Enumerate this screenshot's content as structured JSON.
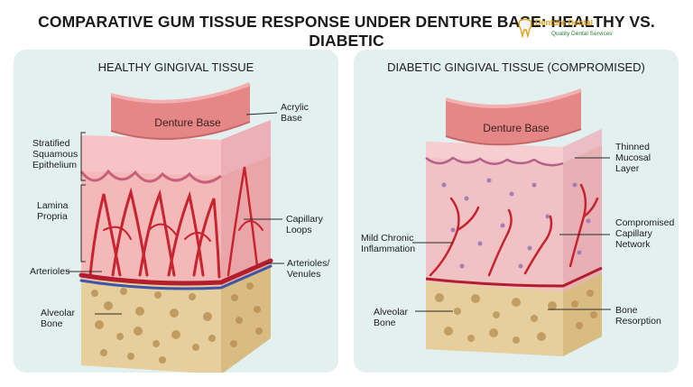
{
  "title": "COMPARATIVE GUM TISSUE RESPONSE UNDER DENTURE BASE: HEALTHY VS. DIABETIC",
  "logo": {
    "name": "Denture Dental",
    "tagline": "Quality Dental Services"
  },
  "healthy": {
    "title": "HEALTHY GINGIVAL TISSUE",
    "denture_base": "Denture Base",
    "labels": {
      "stratified": "Stratified\nSquamous\nEpithelium",
      "lamina": "Lamina\nPropria",
      "arterioles": "Arterioles",
      "alveolar": "Alveolar\nBone",
      "acrylic": "Acrylic\nBase",
      "capillary": "Capillary\nLoops",
      "venules": "Arterioles/\nVenules"
    }
  },
  "diabetic": {
    "title": "DIABETIC GINGIVAL TISSUE (COMPROMISED)",
    "denture_base": "Denture Base",
    "labels": {
      "inflammation": "Mild Chronic\nInflammation",
      "alveolar": "Alveolar\nBone",
      "thinned": "Thinned\nMucosal\nLayer",
      "compromised": "Compromised\nCapillary\nNetwork",
      "resorption": "Bone\nResorption"
    }
  },
  "colors": {
    "panel": "#e2f0ef",
    "denture": "#e88a8a",
    "epithelium": "#f1a7b0",
    "vessel": "#c8232e",
    "bone": "#e9d2a2"
  }
}
